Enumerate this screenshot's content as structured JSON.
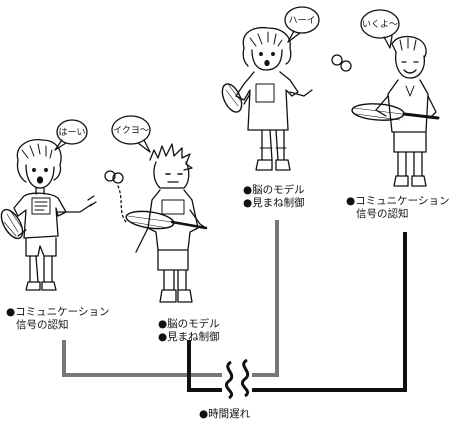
{
  "speech": {
    "girl_left": "はーい",
    "boy_left": "イクヨ〜",
    "girl_right": "ハーイ",
    "boy_right": "いくよ〜"
  },
  "labels": {
    "left_girl": {
      "line1": "●コミュニケーション",
      "line2": "信号の認知"
    },
    "left_boy": {
      "line1": "●脳のモデル",
      "line2": "●見まね制御"
    },
    "right_girl": {
      "line1": "●脳のモデル",
      "line2": "●見まね制御"
    },
    "right_boy": {
      "line1": "●コミュニケーション",
      "line2": "信号の認知"
    }
  },
  "delay_label": "●時間遅れ",
  "colors": {
    "line_gray": "#777777",
    "line_black": "#111111",
    "ink": "#111111"
  }
}
